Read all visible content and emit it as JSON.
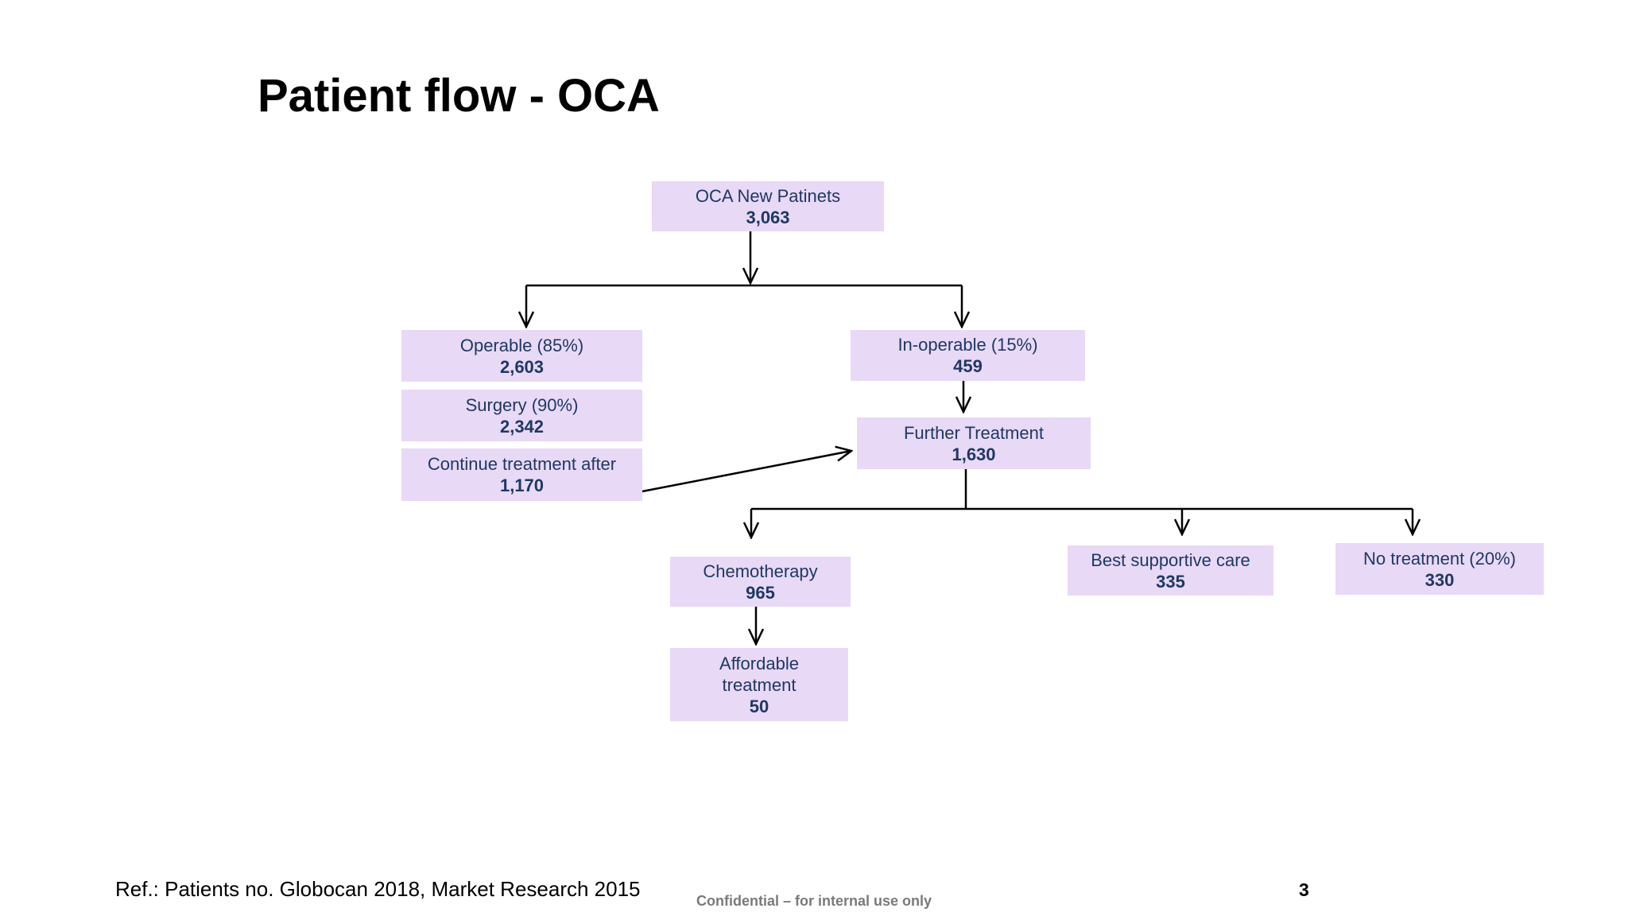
{
  "title": "Patient flow - OCA",
  "nodes": {
    "root": {
      "label": "OCA New Patinets",
      "value": "3,063"
    },
    "operable": {
      "label": "Operable (85%)",
      "value": "2,603"
    },
    "surgery": {
      "label": "Surgery (90%)",
      "value": "2,342"
    },
    "continue_treatment": {
      "label": "Continue treatment after",
      "value": "1,170"
    },
    "inoperable": {
      "label": "In-operable (15%)",
      "value": "459"
    },
    "further_treatment": {
      "label": "Further Treatment",
      "value": "1,630"
    },
    "chemotherapy": {
      "label": "Chemotherapy",
      "value": "965"
    },
    "affordable_treatment": {
      "label": "Affordable treatment",
      "value": "50"
    },
    "best_supportive_care": {
      "label": "Best supportive care",
      "value": "335"
    },
    "no_treatment": {
      "label": "No treatment (20%)",
      "value": "330"
    }
  },
  "footer": {
    "reference": "Ref.: Patients no. Globocan 2018, Market Research 2015",
    "confidential": "Confidential – for internal use only",
    "page_number": "3"
  },
  "colors": {
    "node_fill": "#E8D9F6",
    "node_text": "#1F3864",
    "connector": "#000000",
    "confidential_text": "#7A7A7A"
  }
}
